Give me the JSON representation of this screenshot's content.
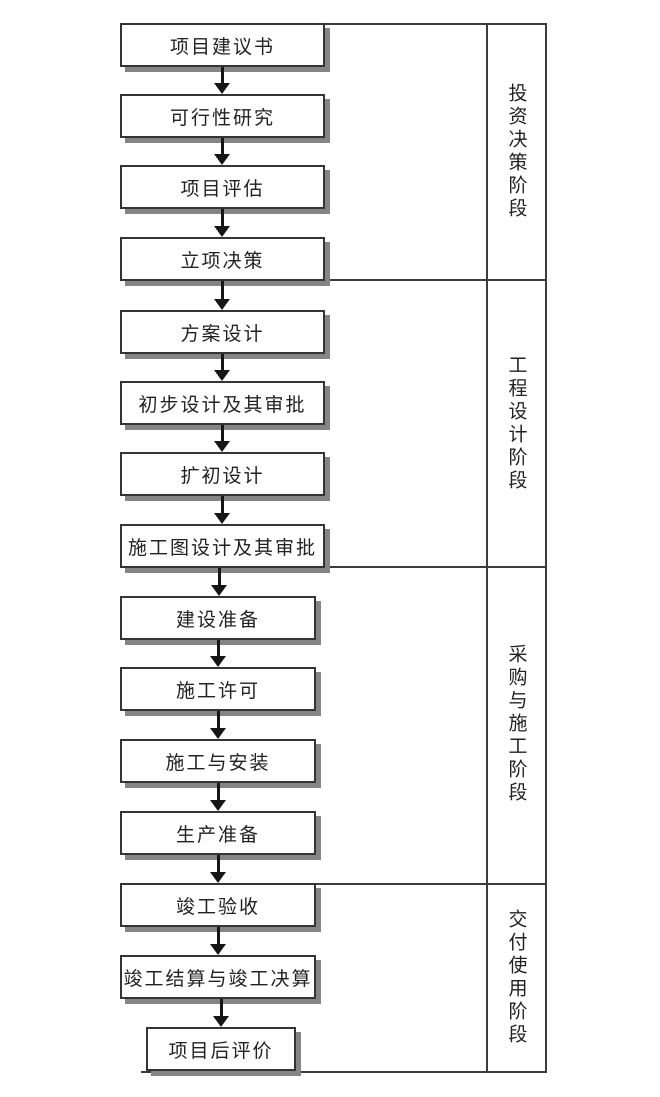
{
  "flowchart": {
    "nodes": [
      {
        "label": "项目建议书"
      },
      {
        "label": "可行性研究"
      },
      {
        "label": "项目评估"
      },
      {
        "label": "立项决策"
      },
      {
        "label": "方案设计"
      },
      {
        "label": "初步设计及其审批"
      },
      {
        "label": "扩初设计"
      },
      {
        "label": "施工图设计及其审批"
      },
      {
        "label": "建设准备"
      },
      {
        "label": "施工许可"
      },
      {
        "label": "施工与安装"
      },
      {
        "label": "生产准备"
      },
      {
        "label": "竣工验收"
      },
      {
        "label": "竣工结算与竣工决算"
      },
      {
        "label": "项目后评价"
      }
    ],
    "stages": [
      {
        "label": "投资决策阶段"
      },
      {
        "label": "工程设计阶段"
      },
      {
        "label": "采购与施工阶段"
      },
      {
        "label": "交付使用阶段"
      }
    ],
    "colors": {
      "line": "#3c3c3c",
      "box_border": "#343434",
      "shadow": "#858585",
      "text": "#222222",
      "background": "#ffffff",
      "box_fill": "#fefefe"
    }
  }
}
